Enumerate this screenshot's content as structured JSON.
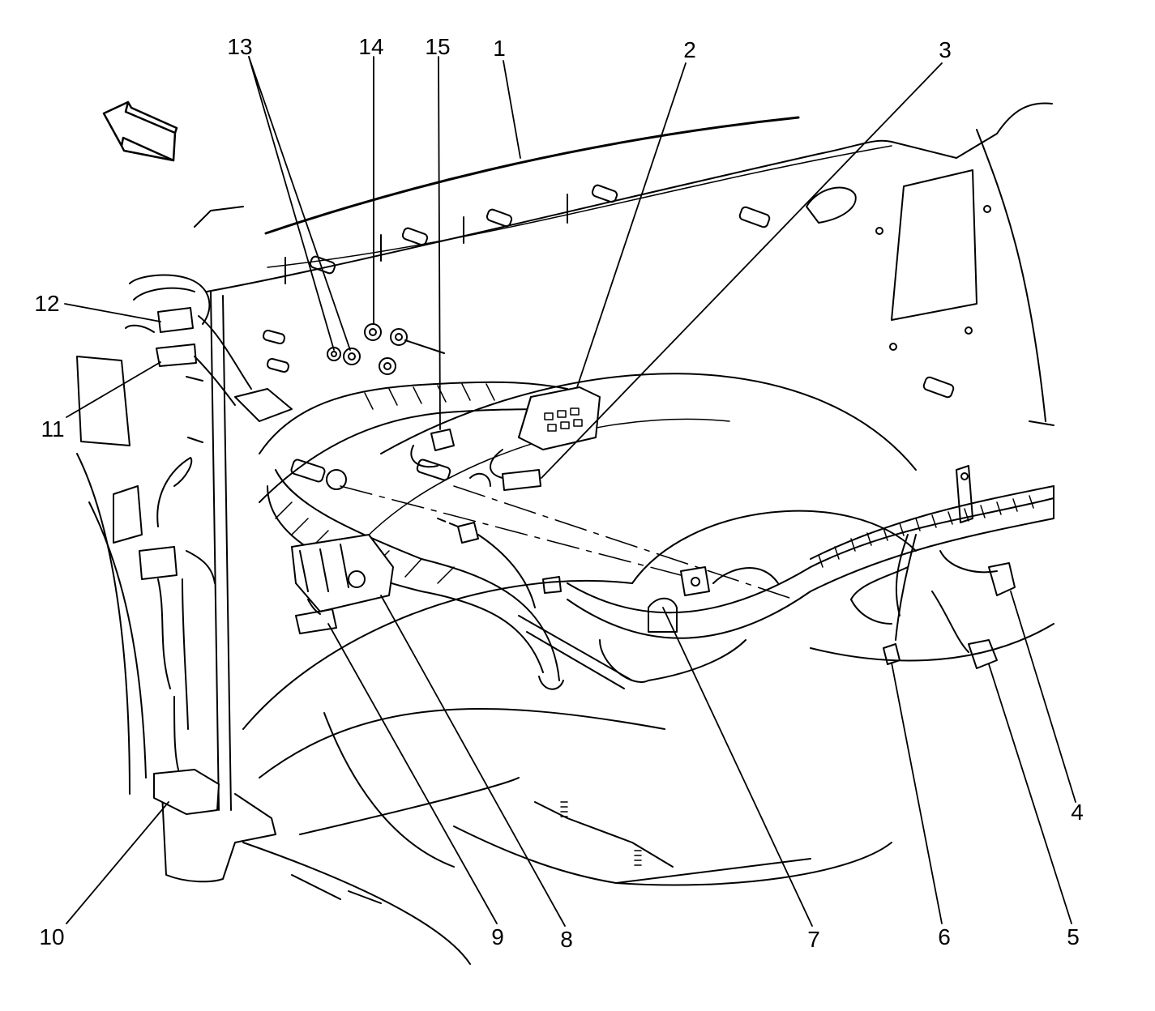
{
  "diagram": {
    "callouts": [
      {
        "id": "c1",
        "label": "1"
      },
      {
        "id": "c2",
        "label": "2"
      },
      {
        "id": "c3",
        "label": "3"
      },
      {
        "id": "c4",
        "label": "4"
      },
      {
        "id": "c5",
        "label": "5"
      },
      {
        "id": "c6",
        "label": "6"
      },
      {
        "id": "c7",
        "label": "7"
      },
      {
        "id": "c8",
        "label": "8"
      },
      {
        "id": "c9",
        "label": "9"
      },
      {
        "id": "c10",
        "label": "10"
      },
      {
        "id": "c11",
        "label": "11"
      },
      {
        "id": "c12",
        "label": "12"
      },
      {
        "id": "c13",
        "label": "13"
      },
      {
        "id": "c14",
        "label": "14"
      },
      {
        "id": "c15",
        "label": "15"
      }
    ],
    "line_color": "#000000",
    "background_color": "#ffffff",
    "icons": [
      "direction-arrow-icon"
    ]
  }
}
